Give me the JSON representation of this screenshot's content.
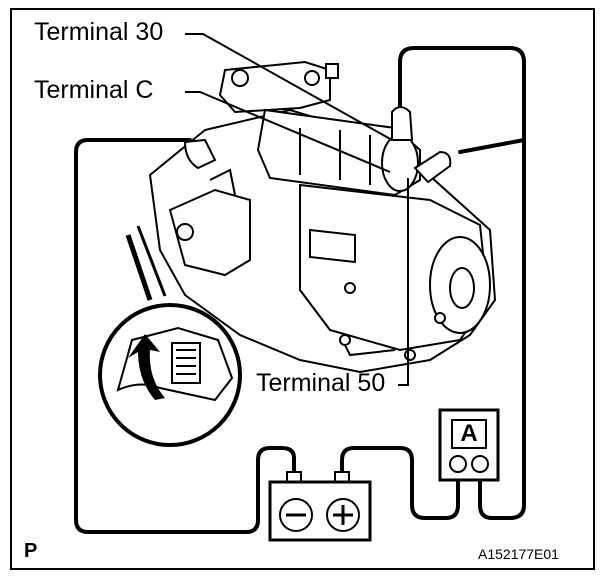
{
  "labels": {
    "terminal_30": "Terminal 30",
    "terminal_c": "Terminal C",
    "terminal_50": "Terminal 50",
    "ammeter_symbol": "A",
    "corner_mark": "P",
    "figure_id": "A152177E01"
  }
}
